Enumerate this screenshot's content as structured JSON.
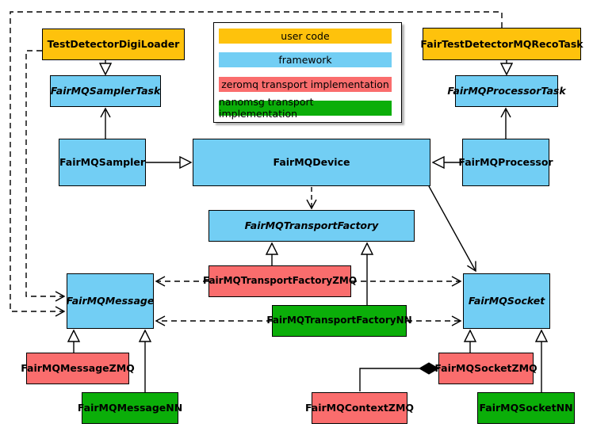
{
  "colors": {
    "user_code": "#FEC20C",
    "framework": "#72CEF4",
    "zeromq": "#FA6D6D",
    "nanomsg": "#0BAE09"
  },
  "legend": {
    "items": [
      {
        "label": "user code",
        "role": "user_code"
      },
      {
        "label": "framework",
        "role": "framework"
      },
      {
        "label": "zeromq transport implementation",
        "role": "zeromq"
      },
      {
        "label": "nanomsg transport implementation",
        "role": "nanomsg"
      }
    ]
  },
  "nodes": {
    "test_detector_digi_loader": {
      "label": "TestDetectorDigiLoader",
      "role": "user_code"
    },
    "fair_test_detector_mq_reco_task": {
      "label": "FairTestDetectorMQRecoTask",
      "role": "user_code"
    },
    "fair_mq_sampler_task": {
      "label": "FairMQSamplerTask",
      "role": "framework"
    },
    "fair_mq_processor_task": {
      "label": "FairMQProcessorTask",
      "role": "framework"
    },
    "fair_mq_sampler": {
      "label": "FairMQSampler",
      "role": "framework"
    },
    "fair_mq_device": {
      "label": "FairMQDevice",
      "role": "framework"
    },
    "fair_mq_processor": {
      "label": "FairMQProcessor",
      "role": "framework"
    },
    "fair_mq_transport_factory": {
      "label": "FairMQTransportFactory",
      "role": "framework"
    },
    "fair_mq_transport_factory_zmq": {
      "label": "FairMQTransportFactoryZMQ",
      "role": "zeromq"
    },
    "fair_mq_transport_factory_nn": {
      "label": "FairMQTransportFactoryNN",
      "role": "nanomsg"
    },
    "fair_mq_message": {
      "label": "FairMQMessage",
      "role": "framework"
    },
    "fair_mq_socket": {
      "label": "FairMQSocket",
      "role": "framework"
    },
    "fair_mq_message_zmq": {
      "label": "FairMQMessageZMQ",
      "role": "zeromq"
    },
    "fair_mq_message_nn": {
      "label": "FairMQMessageNN",
      "role": "nanomsg"
    },
    "fair_mq_socket_zmq": {
      "label": "FairMQSocketZMQ",
      "role": "zeromq"
    },
    "fair_mq_socket_nn": {
      "label": "FairMQSocketNN",
      "role": "nanomsg"
    },
    "fair_mq_context_zmq": {
      "label": "FairMQContextZMQ",
      "role": "zeromq"
    }
  },
  "edges": [
    {
      "from": "TestDetectorDigiLoader",
      "to": "FairMQSamplerTask",
      "type": "inheritance"
    },
    {
      "from": "FairTestDetectorMQRecoTask",
      "to": "FairMQProcessorTask",
      "type": "inheritance"
    },
    {
      "from": "FairMQSampler",
      "to": "FairMQDevice",
      "type": "inheritance"
    },
    {
      "from": "FairMQProcessor",
      "to": "FairMQDevice",
      "type": "inheritance"
    },
    {
      "from": "FairMQTransportFactoryZMQ",
      "to": "FairMQTransportFactory",
      "type": "inheritance"
    },
    {
      "from": "FairMQTransportFactoryNN",
      "to": "FairMQTransportFactory",
      "type": "inheritance"
    },
    {
      "from": "FairMQMessageZMQ",
      "to": "FairMQMessage",
      "type": "inheritance"
    },
    {
      "from": "FairMQMessageNN",
      "to": "FairMQMessage",
      "type": "inheritance"
    },
    {
      "from": "FairMQSocketZMQ",
      "to": "FairMQSocket",
      "type": "inheritance"
    },
    {
      "from": "FairMQSocketNN",
      "to": "FairMQSocket",
      "type": "inheritance"
    },
    {
      "from": "FairMQSampler",
      "to": "FairMQSamplerTask",
      "type": "association"
    },
    {
      "from": "FairMQProcessor",
      "to": "FairMQProcessorTask",
      "type": "association"
    },
    {
      "from": "FairMQDevice",
      "to": "FairMQSocket",
      "type": "association"
    },
    {
      "from": "FairMQDevice",
      "to": "FairMQTransportFactory",
      "type": "dependency"
    },
    {
      "from": "FairMQTransportFactoryZMQ",
      "to": "FairMQMessage",
      "type": "dependency"
    },
    {
      "from": "FairMQTransportFactoryNN",
      "to": "FairMQMessage",
      "type": "dependency"
    },
    {
      "from": "FairMQTransportFactoryZMQ",
      "to": "FairMQSocket",
      "type": "dependency"
    },
    {
      "from": "FairMQTransportFactoryNN",
      "to": "FairMQSocket",
      "type": "dependency"
    },
    {
      "from": "TestDetectorDigiLoader",
      "to": "FairMQMessage",
      "type": "dependency"
    },
    {
      "from": "FairTestDetectorMQRecoTask",
      "to": "FairMQMessage",
      "type": "dependency"
    },
    {
      "from": "FairMQSocketZMQ",
      "to": "FairMQContextZMQ",
      "type": "composition"
    }
  ]
}
